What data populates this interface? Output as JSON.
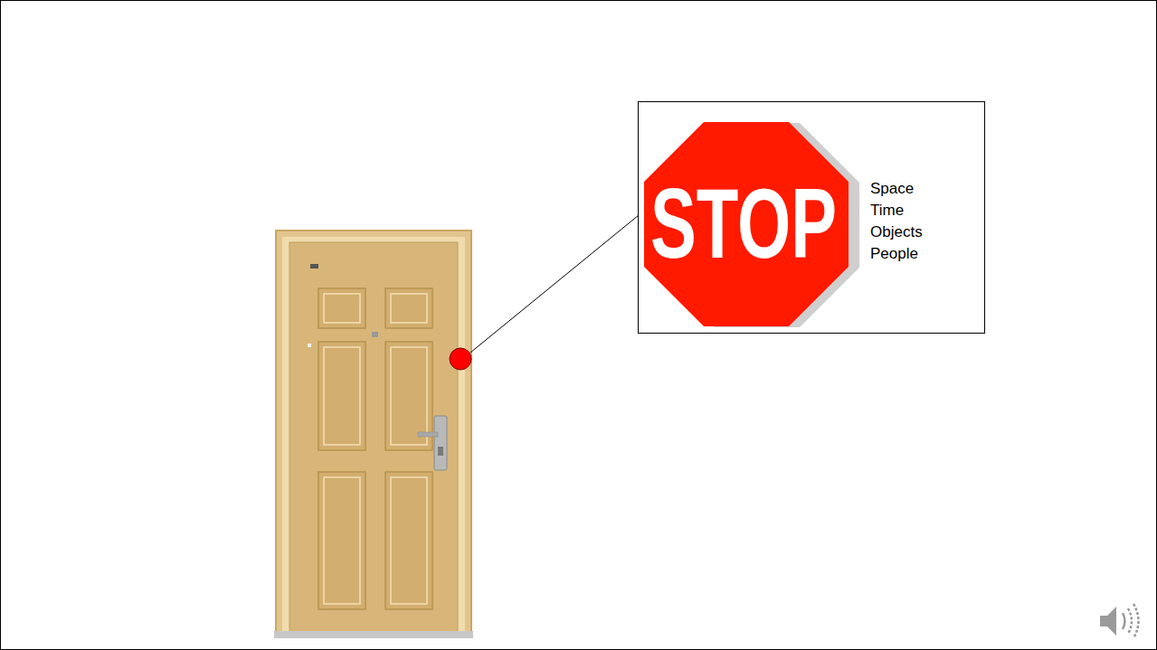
{
  "diagram": {
    "nodes": [
      {
        "text": [
          "Space",
          "Time",
          "Objects",
          "People"
        ]
      },
      {
        "text": [
          "STOP"
        ],
        "in": 0
      }
    ]
  }
}
